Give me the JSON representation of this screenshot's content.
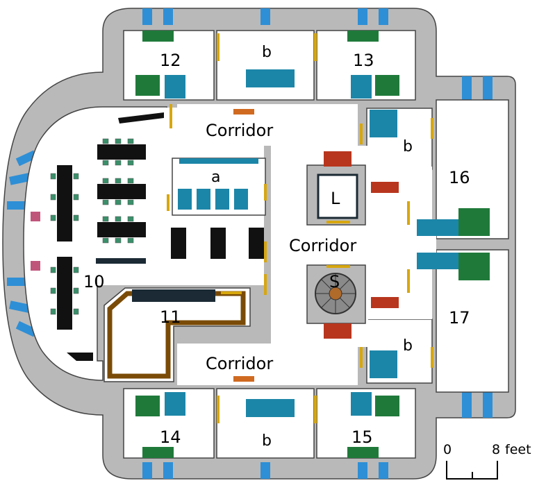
{
  "colors": {
    "wall": "#b9b9b9",
    "wall_edge": "#444444",
    "floor": "#ffffff",
    "window": "#2e8fd6",
    "door": "#d7a70e",
    "furniture_dark": "#111111",
    "chair": "#3a8f6a",
    "console_teal": "#1c86a8",
    "console_green": "#1f7a3a",
    "bed_red": "#b8361e",
    "bar_brown": "#7a4b06",
    "panel_dark": "#1b2a34"
  },
  "labels": {
    "room_12": "12",
    "room_13": "13",
    "room_14": "14",
    "room_15": "15",
    "room_16": "16",
    "room_17": "17",
    "room_10": "10",
    "room_11": "11",
    "bath_top": "b",
    "bath_right_top": "b",
    "bath_right_bottom": "b",
    "bath_bottom": "b",
    "area_a": "a",
    "lift": "L",
    "stairs": "S",
    "corridor_top": "Corridor",
    "corridor_mid": "Corridor",
    "corridor_bottom": "Corridor"
  },
  "scale": {
    "start_label": "0",
    "end_label": "8",
    "unit": "feet"
  },
  "icons": [
    "door-icon",
    "window-icon",
    "table-icon",
    "chair-icon",
    "console-icon",
    "bed-icon",
    "stair-icon",
    "lift-icon"
  ]
}
